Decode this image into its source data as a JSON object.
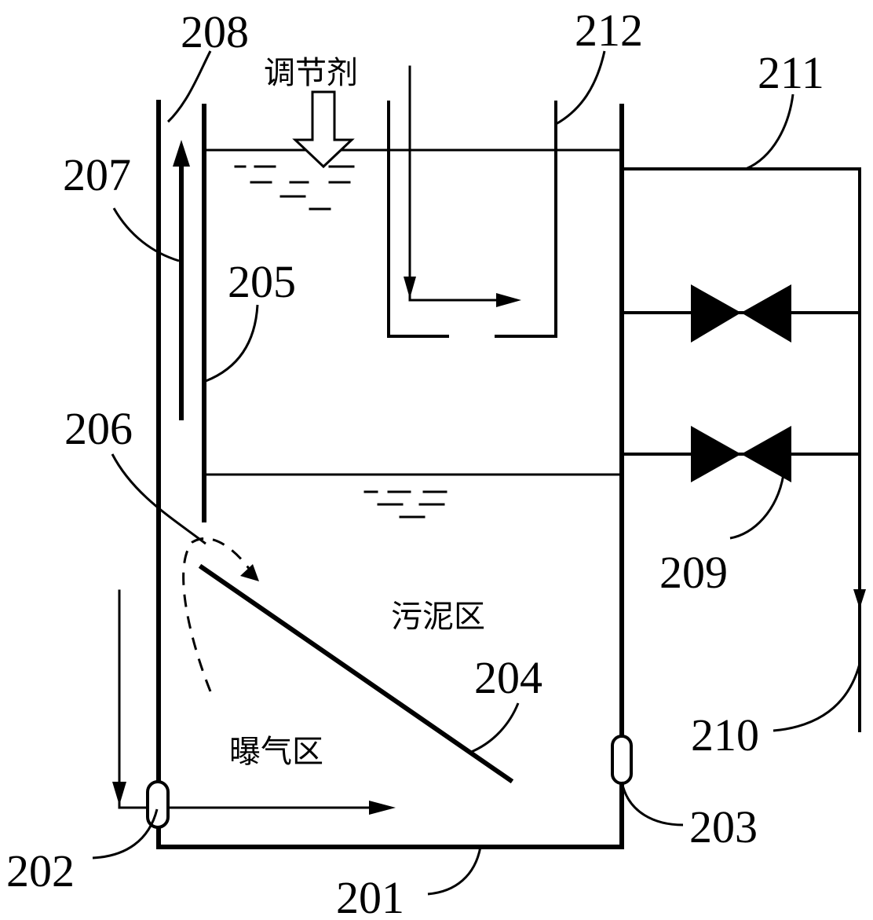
{
  "labels": {
    "n201": "201",
    "n202": "202",
    "n203": "203",
    "n204": "204",
    "n205": "205",
    "n206": "206",
    "n207": "207",
    "n208": "208",
    "n209": "209",
    "n210": "210",
    "n211": "211",
    "n212": "212"
  },
  "zones": {
    "regulator": "调节剂",
    "sludge_zone": "污泥区",
    "aeration_zone": "曝气区"
  },
  "colors": {
    "line": "#000000",
    "background": "#ffffff"
  }
}
